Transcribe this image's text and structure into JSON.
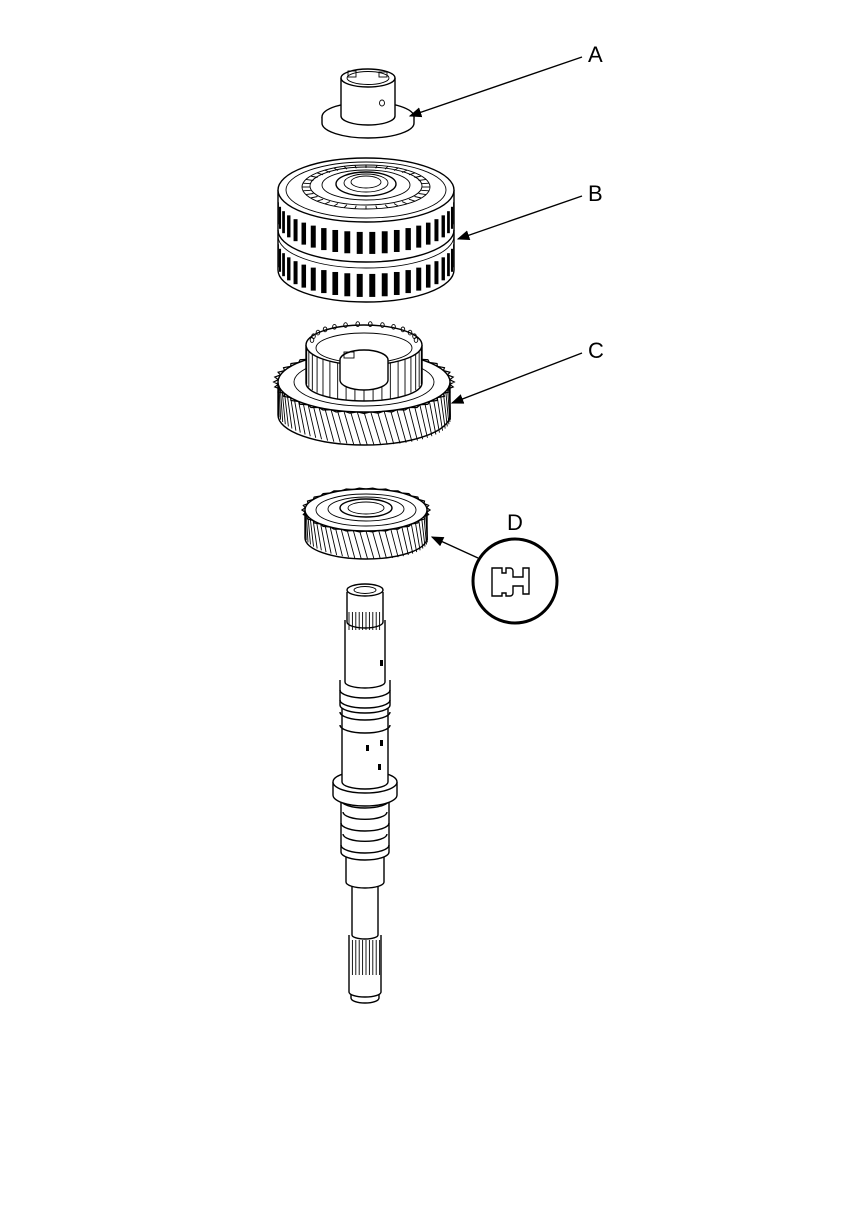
{
  "diagram": {
    "callouts": [
      {
        "id": "A",
        "text": "A"
      },
      {
        "id": "B",
        "text": "B"
      },
      {
        "id": "C",
        "text": "C"
      },
      {
        "id": "D",
        "text": "D"
      }
    ],
    "colors": {
      "line": "#000000",
      "background": "#ffffff"
    }
  }
}
